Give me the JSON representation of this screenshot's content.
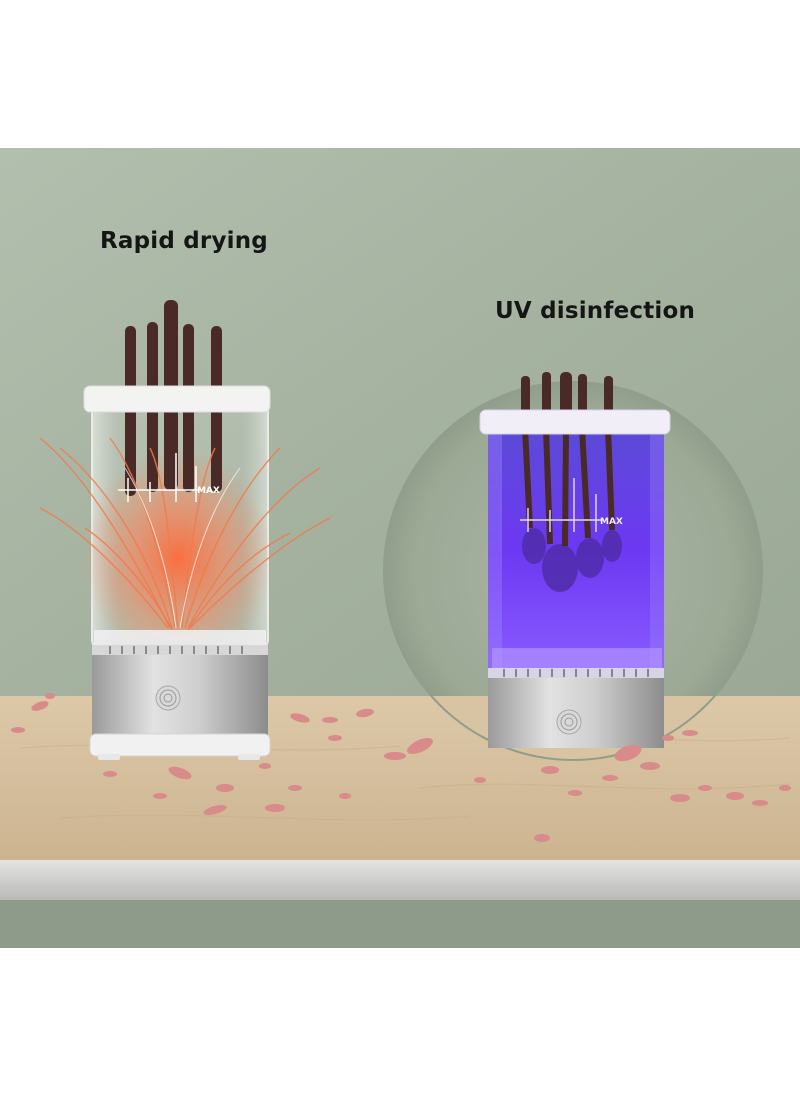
{
  "captions": {
    "left": "Rapid drying",
    "right": "UV disinfection"
  },
  "markings": {
    "max_label": "MAX"
  },
  "colors": {
    "wall": "#a6b3a1",
    "wall_light": "#b9c4b4",
    "table_top": "#d8c3a3",
    "table_edge": "#c9c9c7",
    "heat": "#f07a4a",
    "uv": "#6a3cf0",
    "brush_handle": "#4a2a26",
    "petal": "#d98a8a"
  },
  "icons": {
    "left_button": "fingerprint-icon",
    "right_button": "fingerprint-icon"
  }
}
